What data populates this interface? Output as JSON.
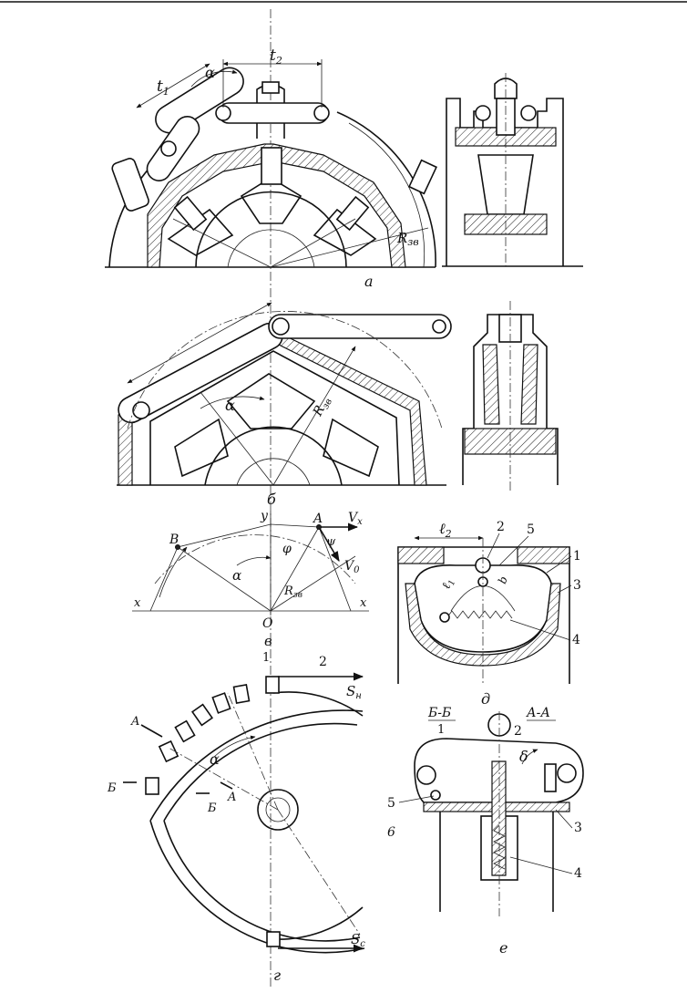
{
  "views": {
    "a": {
      "caption": "а",
      "labels": {
        "t1": "t",
        "t1_sub": "1",
        "t2": "t",
        "t2_sub": "2",
        "alpha": "α",
        "radius": "R",
        "radius_sub": "зв"
      }
    },
    "b": {
      "caption": "б",
      "labels": {
        "alpha": "α",
        "radius": "R",
        "radius_sub": "зв"
      }
    },
    "v": {
      "caption": "в",
      "labels": {
        "y": "y",
        "A": "A",
        "B": "B",
        "vx": "V",
        "vx_sub": "x",
        "v0": "V",
        "v0_sub": "0",
        "phi": "φ",
        "psi": "ψ",
        "alpha": "α",
        "radius": "R",
        "radius_sub": "зв",
        "O": "O",
        "x_left": "x",
        "x_right": "x"
      }
    },
    "g": {
      "caption": "г",
      "labels": {
        "n1": "1",
        "n2": "2",
        "sn": "S",
        "sn_sub": "н",
        "sc": "S",
        "sc_sub": "c",
        "A_top": "A",
        "A_mid": "A",
        "B_left": "Б",
        "B_mid": "Б",
        "alpha": "α"
      }
    },
    "d": {
      "caption": "д",
      "labels": {
        "l2": "ℓ",
        "l2_sub": "2",
        "l1": "ℓ",
        "l1_sub": "1",
        "n1": "1",
        "n2": "2",
        "n3": "3",
        "n4": "4",
        "n5": "5",
        "b": "b"
      }
    },
    "e": {
      "caption": "е",
      "labels": {
        "section_b": "Б-Б",
        "section_a": "А-А",
        "n1": "1",
        "n2": "2",
        "n3": "3",
        "n4": "4",
        "n5": "5",
        "n6": "6",
        "delta": "δ"
      }
    }
  }
}
